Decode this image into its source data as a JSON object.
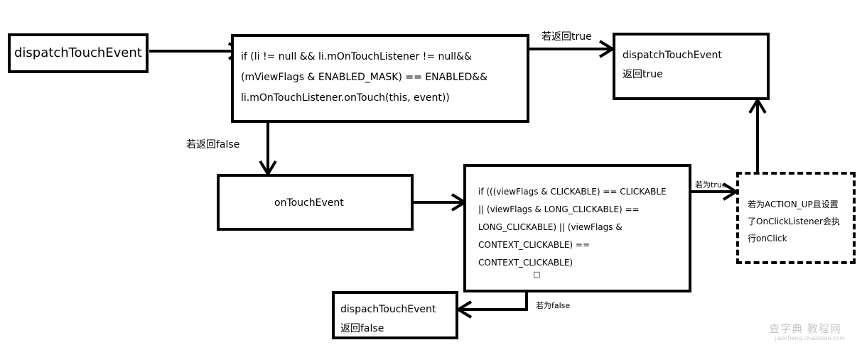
{
  "nodes": {
    "dispatch_start": "dispatchTouchEvent",
    "listener_check": "if (li != null && li.mOnTouchListener != null&&\n(mViewFlags & ENABLED_MASK) == ENABLED&&\nli.mOnTouchListener.onTouch(this, event))",
    "dispatch_return_true": "dispatchTouchEvent\n返回true",
    "on_touch_event": "onTouchEvent",
    "clickable_check": "if (((viewFlags & CLICKABLE) == CLICKABLE\n|| (viewFlags & LONG_CLICKABLE) ==\nLONG_CLICKABLE) || (viewFlags &\nCONTEXT_CLICKABLE) ==\nCONTEXT_CLICKABLE)",
    "clickable_check_glyph": "□",
    "action_up_onclick": "若为ACTION_UP且设置\n了OnClickListener会执\n行onClick",
    "dispatch_return_false": "dispachTouchEvent\n返回false"
  },
  "edges": {
    "returns_true": "若返回true",
    "returns_false": "若返回false",
    "if_true": "若为true",
    "if_false": "若为false"
  },
  "watermark": {
    "main": "查字典 教程网",
    "sub": "jiaocheng.chazidian.com"
  }
}
